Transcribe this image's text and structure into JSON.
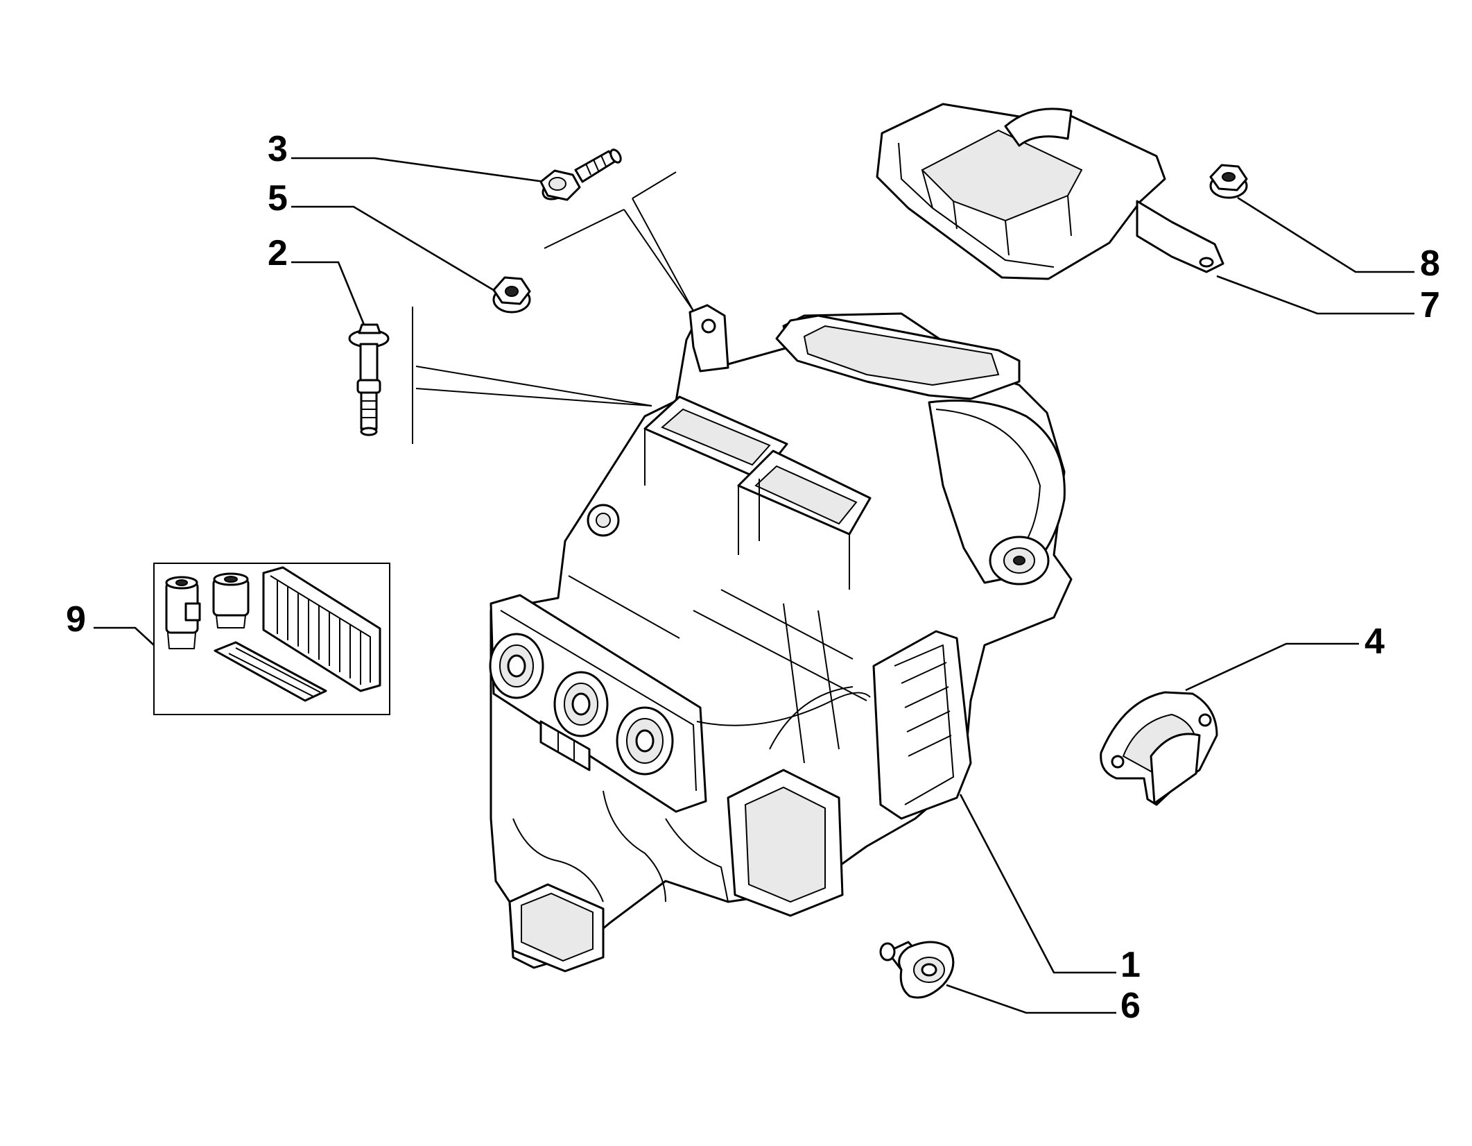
{
  "diagram": {
    "callouts": {
      "c1": "1",
      "c2": "2",
      "c3": "3",
      "c4": "4",
      "c5": "5",
      "c6": "6",
      "c7": "7",
      "c8": "8",
      "c9": "9"
    },
    "parts": {
      "p1": "heater-ac-unit-assembly",
      "p2": "stud-bolt",
      "p3": "flange-bolt",
      "p4": "grommet-seal",
      "p5": "flange-nut",
      "p6": "plug-clip",
      "p7": "air-duct-cover",
      "p8": "flange-nut",
      "p9": "filter-kit"
    }
  }
}
